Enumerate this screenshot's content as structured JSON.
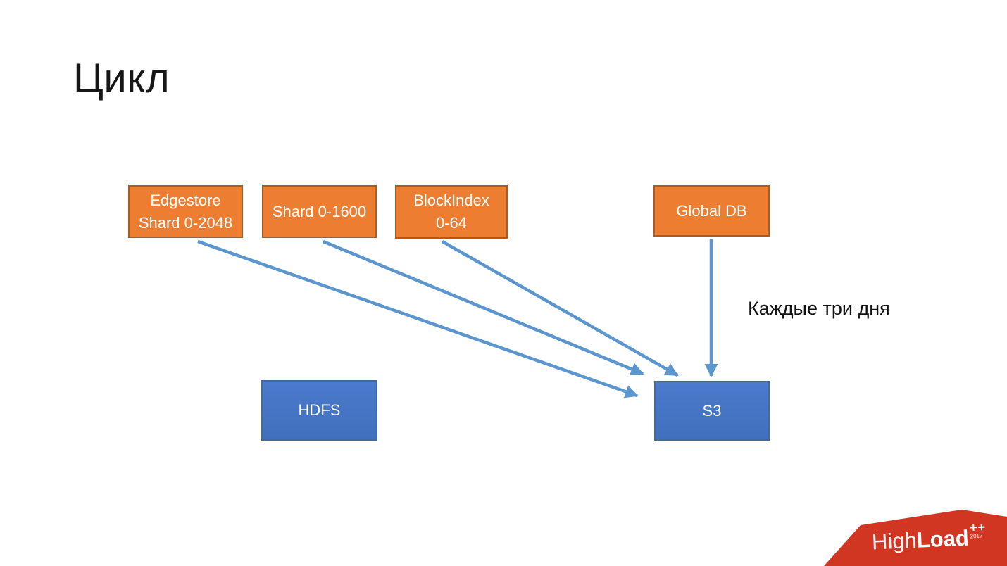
{
  "slide": {
    "title": "Цикл",
    "annotation": "Каждые три дня"
  },
  "nodes": {
    "edgestore": {
      "label": "Edgestore\nShard 0-2048"
    },
    "shard": {
      "label": "Shard 0-1600"
    },
    "blockindex": {
      "label": "BlockIndex\n0-64"
    },
    "globaldb": {
      "label": "Global DB"
    },
    "hdfs": {
      "label": "HDFS"
    },
    "s3": {
      "label": "S3"
    }
  },
  "edges": [
    {
      "from": "Edgestore Shard 0-2048",
      "to": "S3"
    },
    {
      "from": "Shard 0-1600",
      "to": "S3"
    },
    {
      "from": "BlockIndex 0-64",
      "to": "S3"
    },
    {
      "from": "Global DB",
      "to": "S3",
      "note": "Каждые три дня"
    }
  ],
  "logo": {
    "high": "High",
    "load": "Load",
    "plusplus": "++",
    "year": "2017"
  },
  "colors": {
    "orange_fill": "#ED7D31",
    "orange_border": "#AC5A23",
    "blue_fill": "#4472C4",
    "blue_border": "#44699F",
    "arrow_blue": "#5B96CE",
    "logo_red": "#D13623",
    "title_text": "#161616"
  }
}
